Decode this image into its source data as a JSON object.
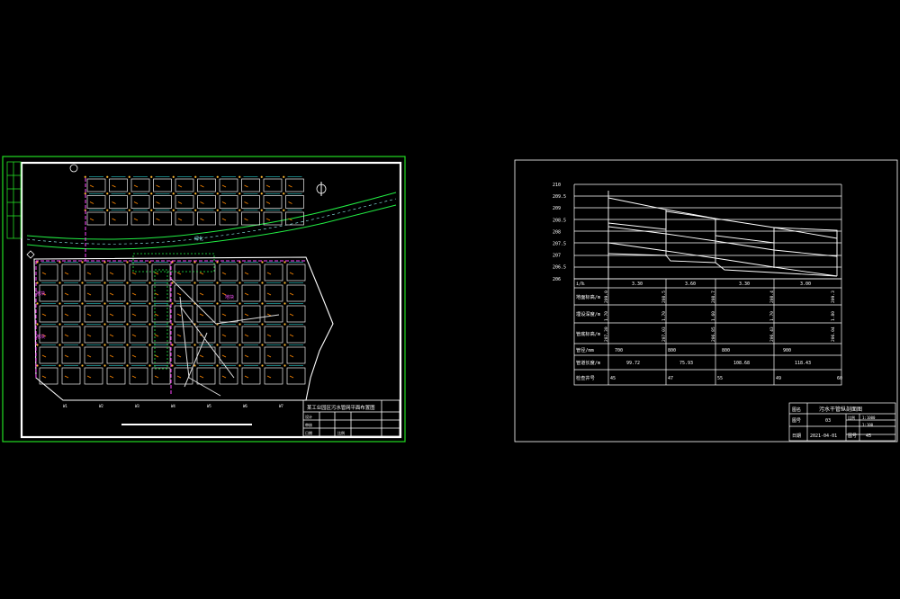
{
  "left_sheet": {
    "title_block": {
      "title": "某工业园区污水管网平面布置图",
      "rows": [
        "设计",
        "审核",
        "日期"
      ],
      "drawing_no": "比例"
    },
    "green_label": "绿化",
    "street_labels": [
      "W1",
      "W2",
      "W3",
      "W4",
      "W5",
      "W6",
      "W7"
    ],
    "block_labels": [
      "地块",
      "地块",
      "地块"
    ]
  },
  "right_sheet": {
    "profile_y_ticks": [
      "210",
      "209.5",
      "209",
      "208.5",
      "208",
      "207.5",
      "207",
      "206.5",
      "206"
    ],
    "table": {
      "row_labels": [
        "i/‰",
        "地面标高/m",
        "埋设深度/m",
        "管底标高/m",
        "管径/mm",
        "管道长度/m",
        "检查井号"
      ],
      "slopes": [
        "3.30",
        "3.60",
        "3.30",
        "3.00"
      ],
      "ground_elev": [
        "209.0",
        "208.5",
        "208.7",
        "208.4",
        "209.3"
      ],
      "depth": [
        "1.70",
        "1.70",
        "1.60",
        "1.70",
        "1.80"
      ],
      "invert": [
        "207.30",
        "207.03",
        "206.85",
        "206.43",
        "206.04"
      ],
      "diam": [
        "700",
        "800",
        "800",
        "900"
      ],
      "lengths": [
        "99.72",
        "75.93",
        "108.68",
        "118.43"
      ],
      "manholes": [
        "45",
        "47",
        "55",
        "49",
        "60"
      ]
    },
    "title_block": {
      "title": "污水干管纵剖面图",
      "labels": [
        "图名",
        "图号",
        "日期",
        "比例",
        "比例",
        "图号"
      ],
      "values": [
        "03",
        "2021-04-01",
        "1:1000",
        "1:100",
        "45"
      ]
    }
  }
}
